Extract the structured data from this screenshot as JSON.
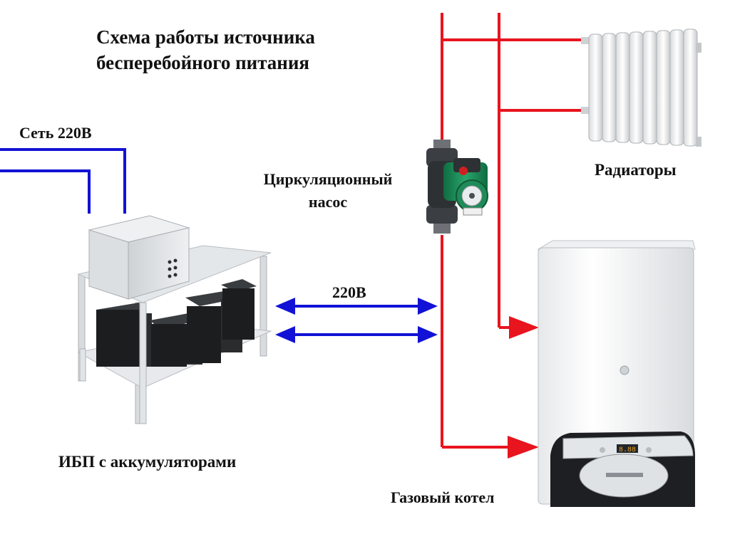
{
  "title": {
    "line1": "Схема работы источника",
    "line2": "бесперебойного питания"
  },
  "labels": {
    "mains": "Сеть 220В",
    "pump_line1": "Циркуляционный",
    "pump_line2": "насос",
    "radiators": "Радиаторы",
    "voltage": "220В",
    "ups": "ИБП с аккумуляторами",
    "boiler": "Газовый котел"
  },
  "boiler_display": "8.88",
  "colors": {
    "power_line": "#1212d6",
    "heating_pipe": "#e8141e",
    "pump_body": "#1f8a5a"
  },
  "icons": [
    "ups-unit-icon",
    "battery-icon",
    "circulation-pump-icon",
    "radiator-icon",
    "gas-boiler-icon"
  ]
}
